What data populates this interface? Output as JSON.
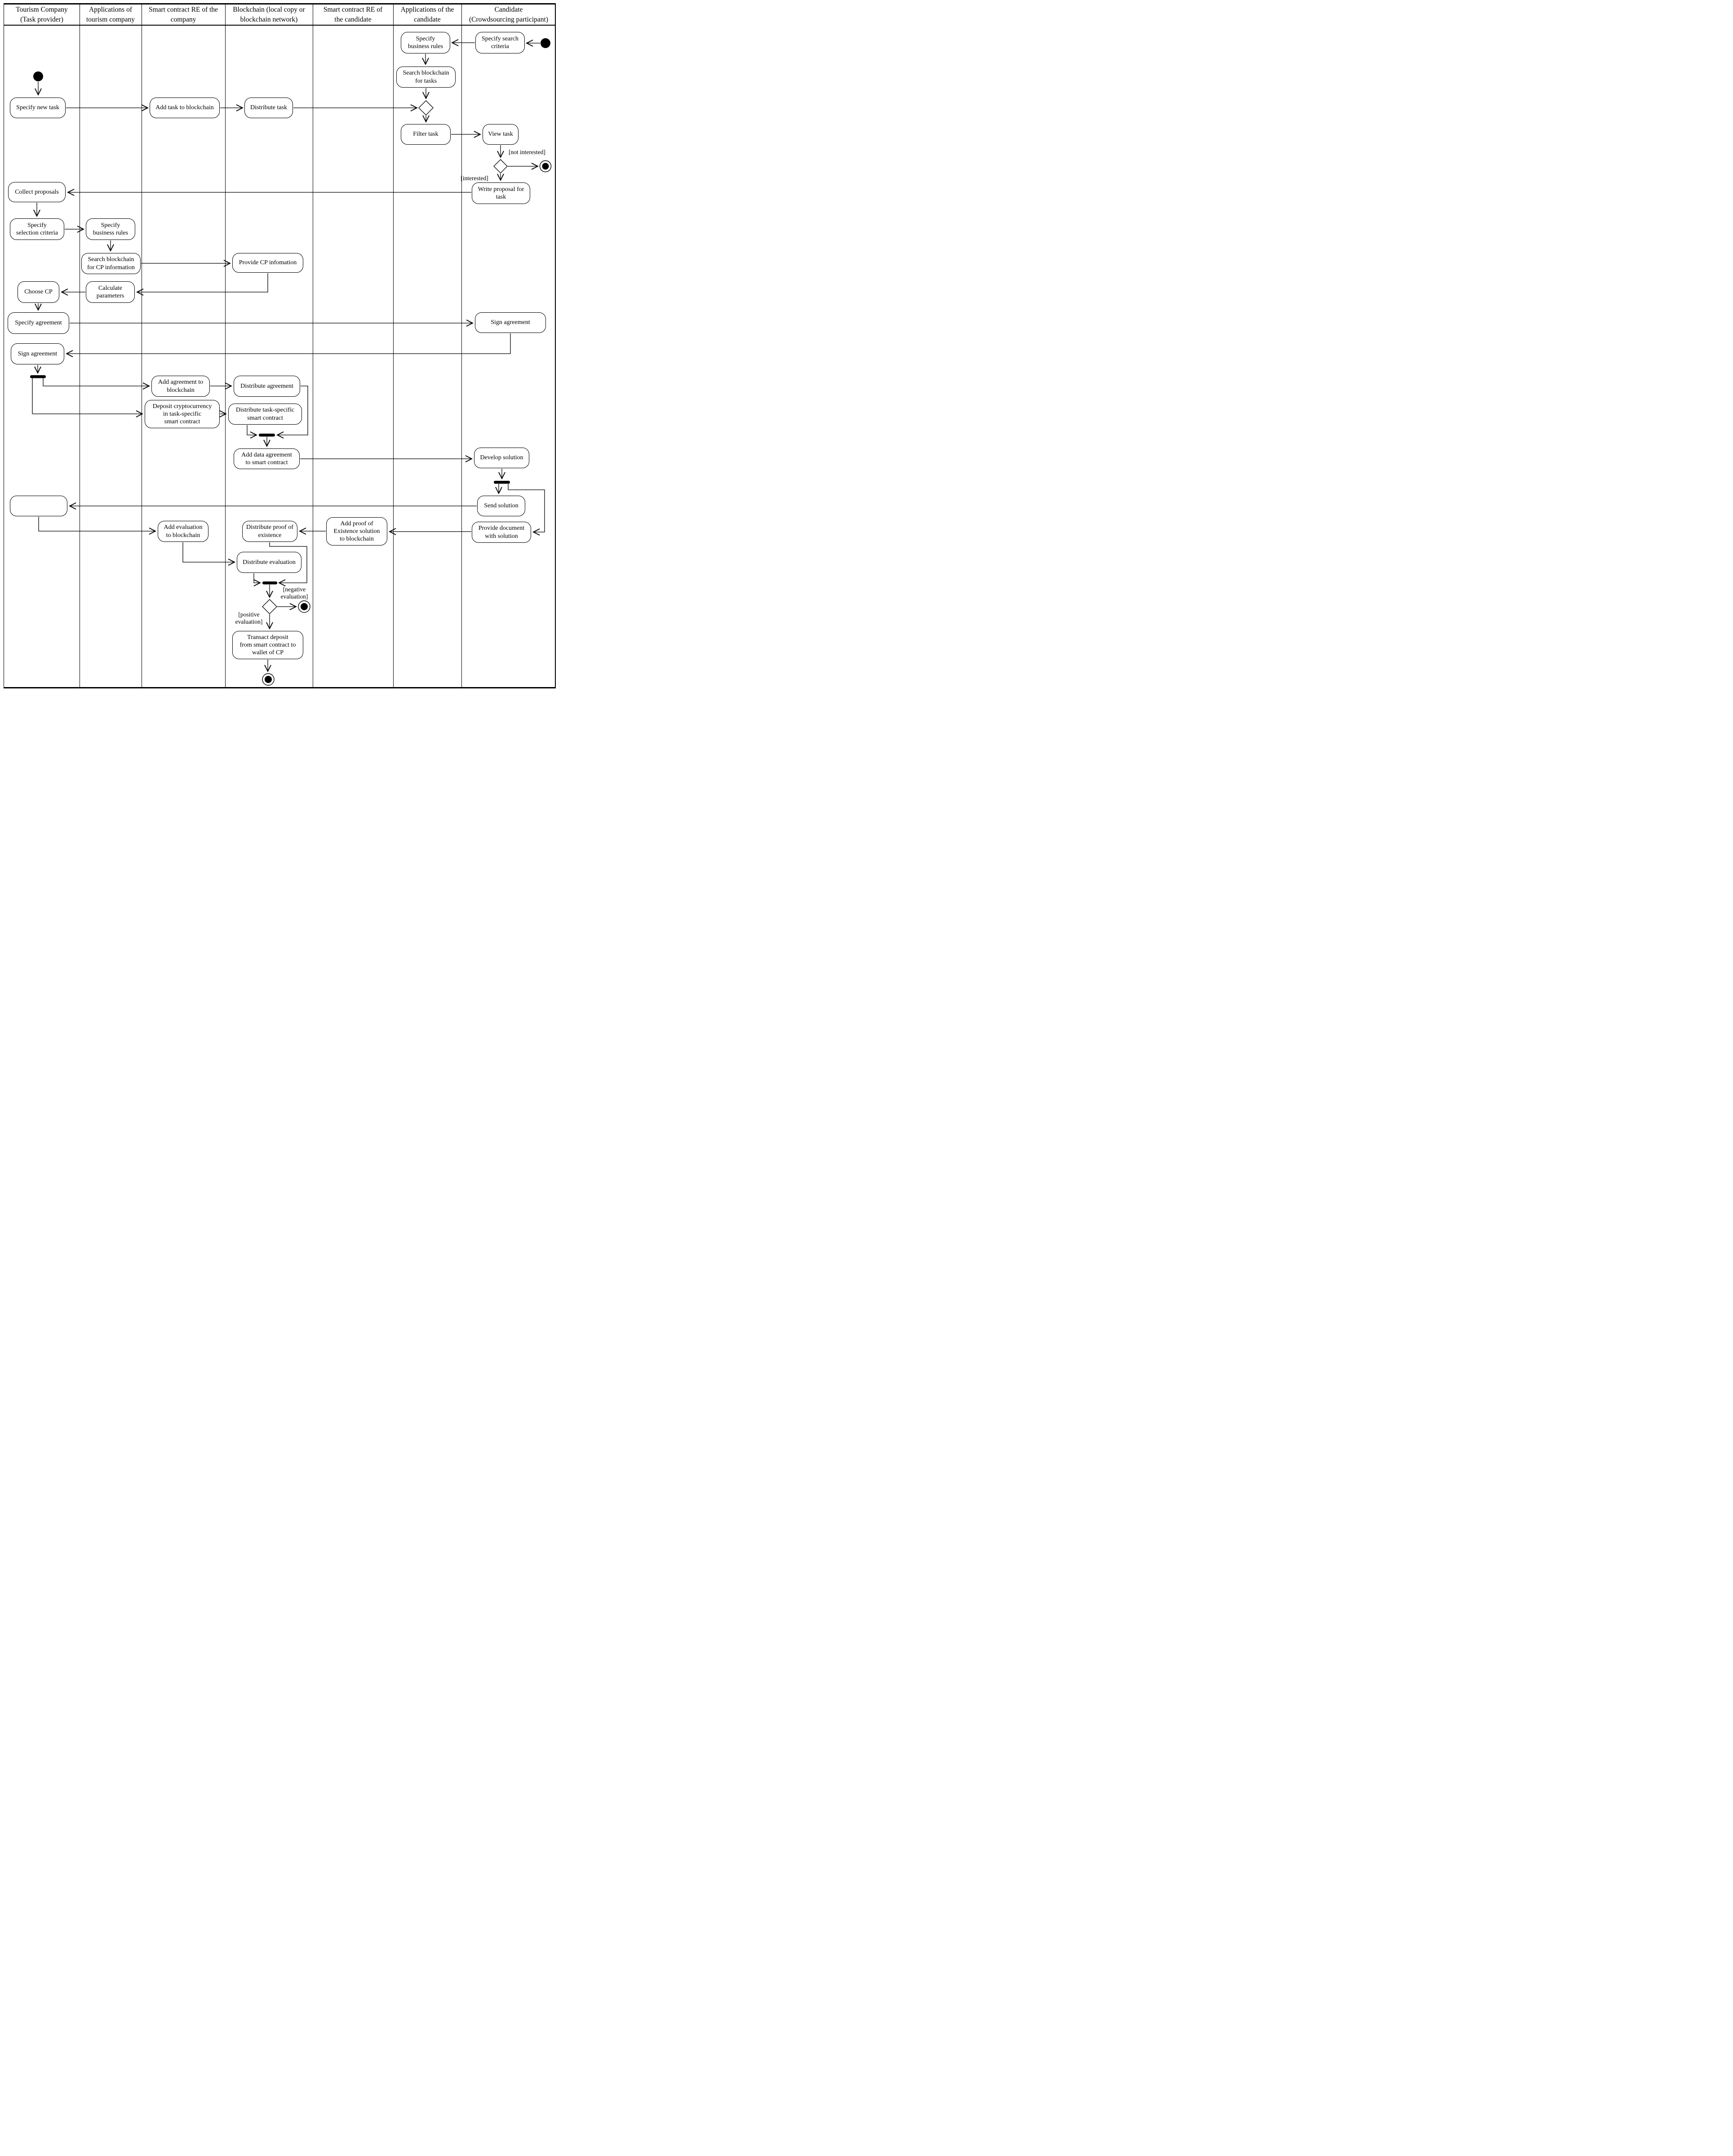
{
  "lanes": [
    {
      "line1": "Tourism Company",
      "line2": "(Task provider)"
    },
    {
      "line1": "Applications of",
      "line2": "tourism company"
    },
    {
      "line1": "Smart contract RE of the",
      "line2": "company"
    },
    {
      "line1": "Blockchain (local copy or",
      "line2": "blockchain network)"
    },
    {
      "line1": "Smart contract RE of",
      "line2": "the candidate"
    },
    {
      "line1": "Applications of the",
      "line2": "candidate"
    },
    {
      "line1": "Candidate",
      "line2": "(Crowdsourcing participant)"
    }
  ],
  "nodes": {
    "specify_new_task": "Specify new task",
    "add_task_to_blockchain": "Add task to blockchain",
    "distribute_task": "Distribute task",
    "specify_search_criteria": "Specify search\ncriteria",
    "specify_business_rules_candidate": "Specify\nbusiness rules",
    "search_blockchain_for_tasks": "Search blockchain\nfor tasks",
    "filter_task": "Filter task",
    "view_task": "View task",
    "write_proposal_for_task": "Write proposal for\ntask",
    "collect_proposals": "Collect proposals",
    "specify_selection_criteria": "Specify\nselection criteria",
    "specify_business_rules_company": "Specify\nbusiness rules",
    "search_blockchain_for_cp_information": "Search blockchain\nfor CP information",
    "provide_cp_infomation": "Provide CP infomation",
    "calculate_parameters": "Calculate\nparameters",
    "choose_cp": "Choose CP",
    "specify_agreement": "Specify agreement",
    "sign_agreement_candidate": "Sign agreement",
    "sign_agreement_company": "Sign agreement",
    "add_agreement_to_blockchain": "Add agreement to\nblockchain",
    "distribute_agreement": "Distribute agreement",
    "deposit_cryptocurrency": "Deposit cryptocurrency\nin task-specific\nsmart contract",
    "distribute_task_specific_smart_contract": "Distribute task-specific\nsmart contract",
    "add_data_agreement_to_smart_contract": "Add data agreement\nto smart contract",
    "develop_solution": "Develop solution",
    "send_solution": "Send solution",
    "provide_document_with_solution": "Provide document\nwith solution",
    "add_proof_of_existence_solution_to_blockchain": "Add proof of\nExistence solution\nto blockchain",
    "distribute_proof_of_existence": "Distribute proof of\nexistence",
    "add_evaluation_to_blockchain": "Add evaluation\nto blockchain",
    "distribute_evaluation": "Distribute evaluation",
    "transact_deposit": "Transact deposit\nfrom smart contract to\nwallet of CP"
  },
  "guards": {
    "not_interested": "[not interested]",
    "interested": "[interested]",
    "negative_evaluation": "[negative\nevaluation]",
    "positive_evaluation": "[positive\nevaluation]"
  },
  "colors": {
    "line": "#000000",
    "background": "#ffffff"
  }
}
